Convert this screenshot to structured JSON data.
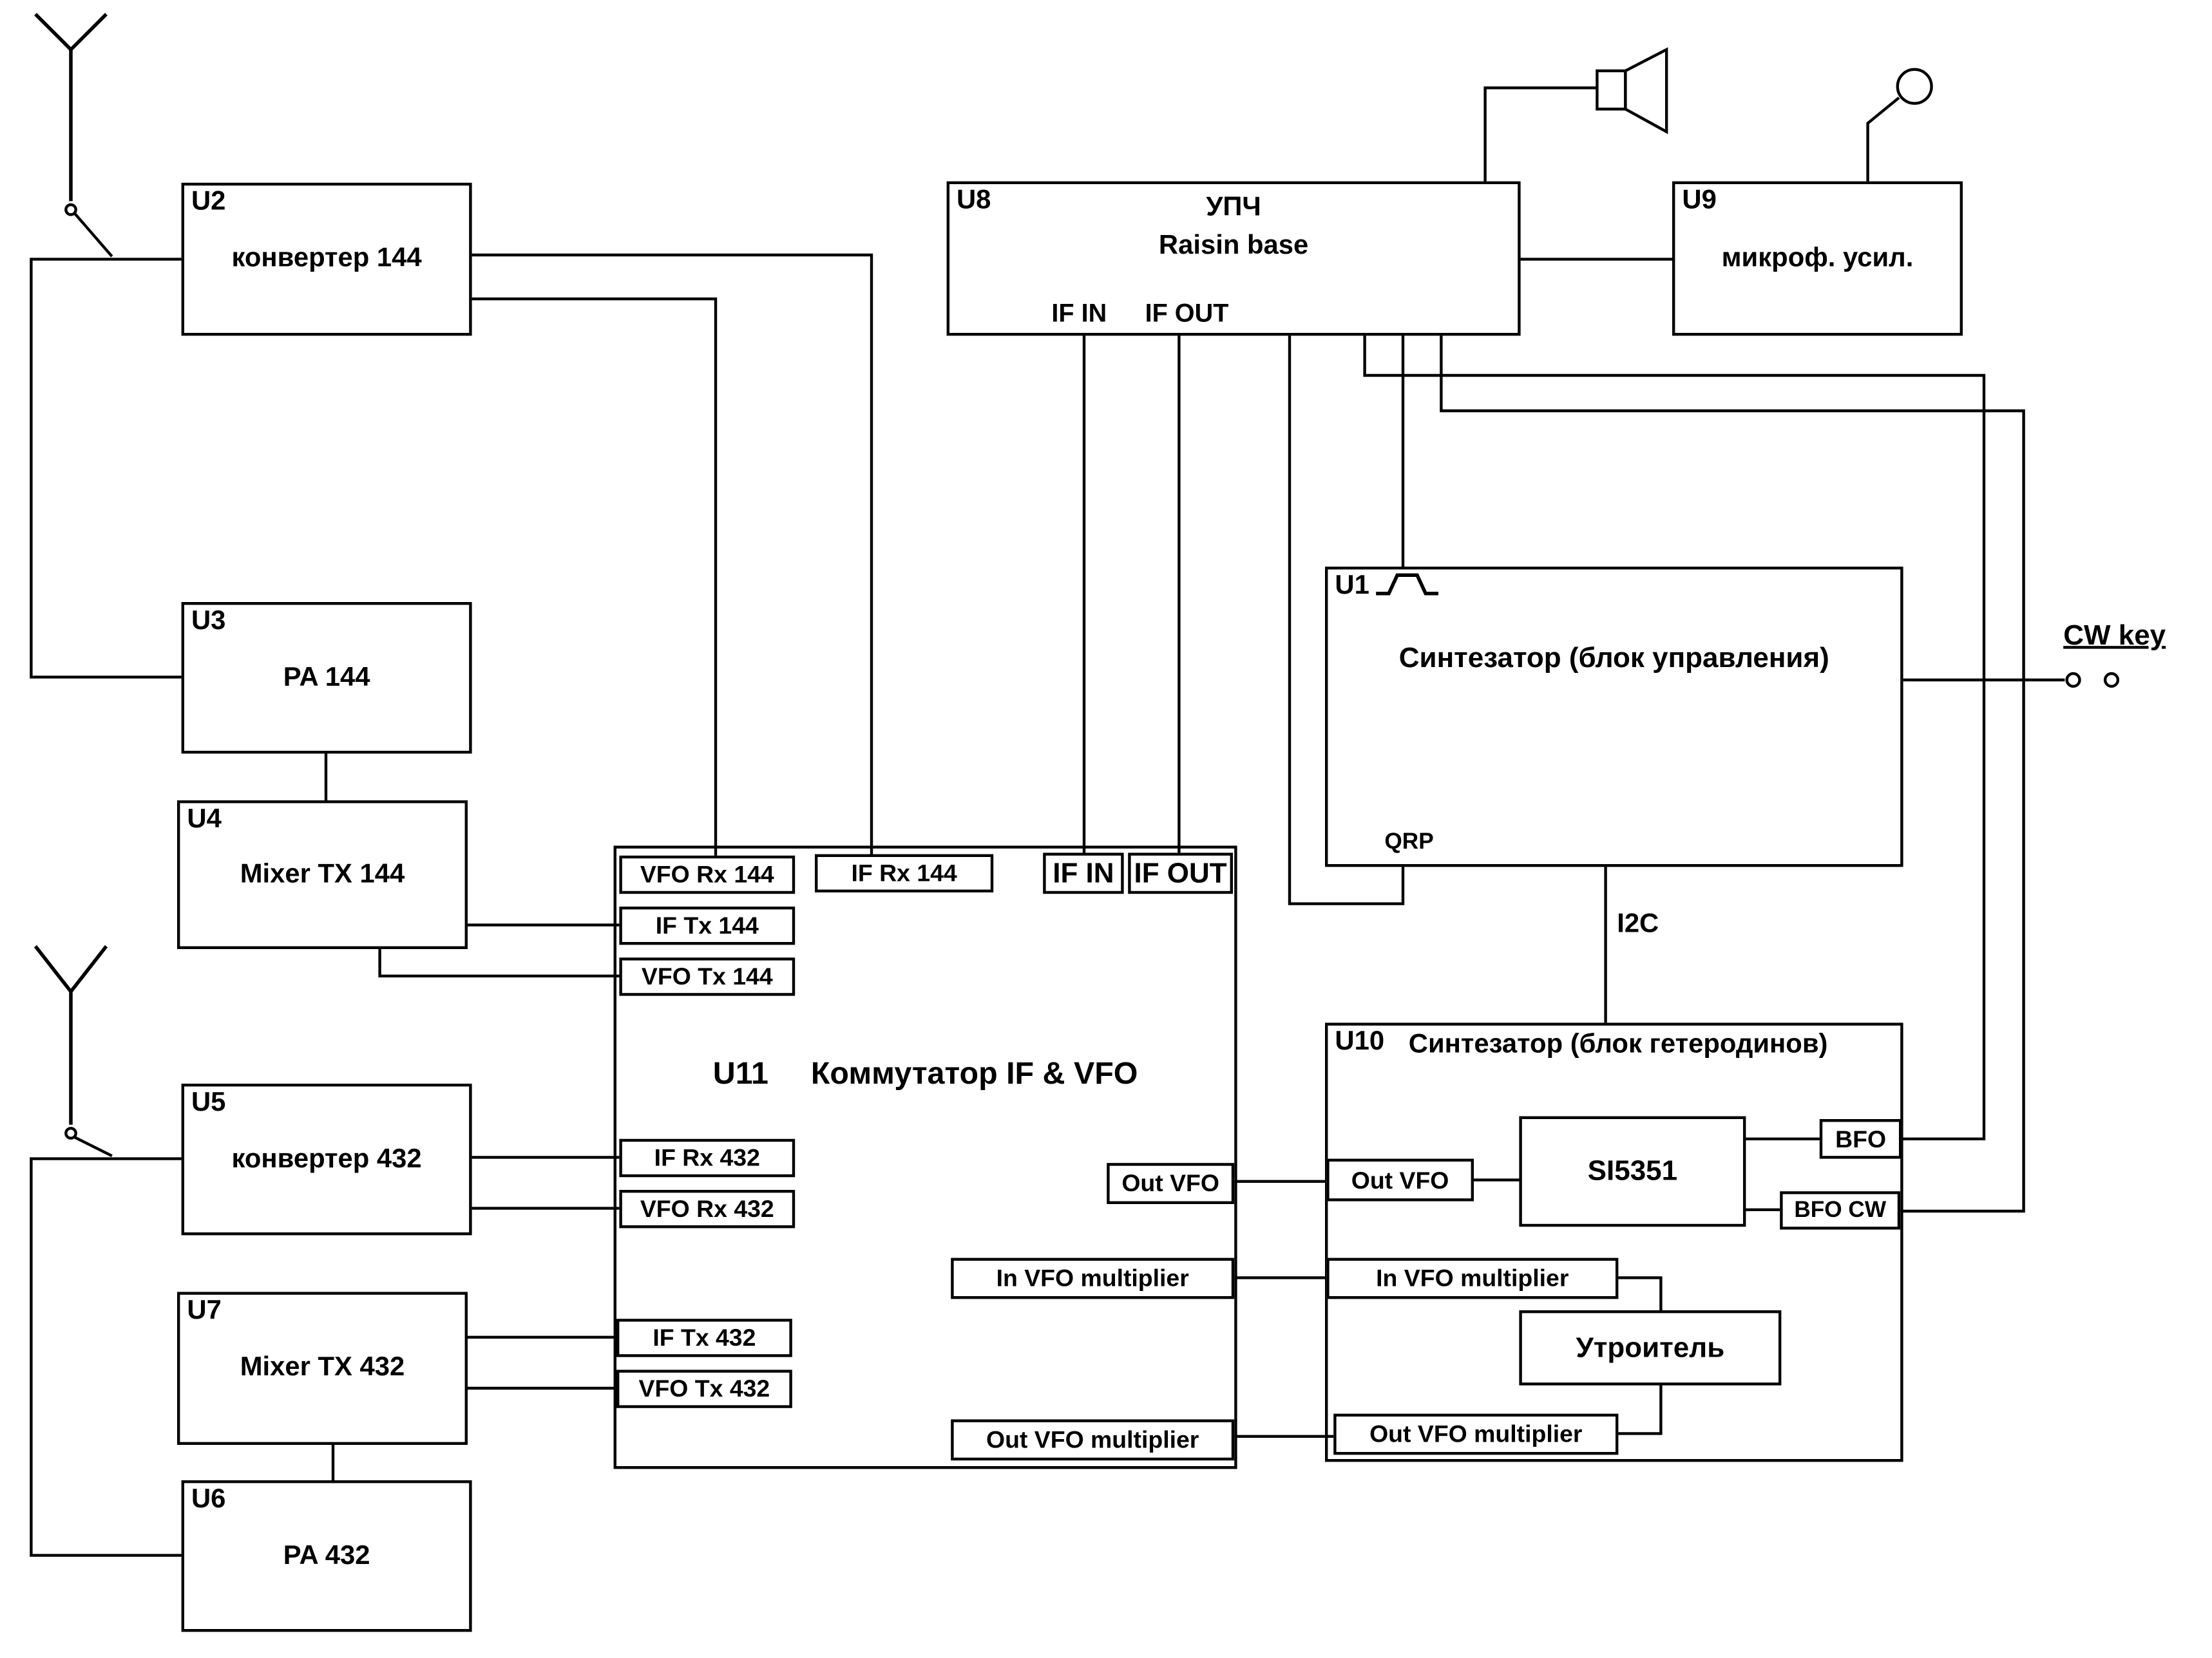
{
  "diagram": {
    "labels": {
      "i2c": "I2C",
      "cw_key": "CW key"
    },
    "colors": {
      "line": "#000000",
      "background": "#ffffff"
    },
    "icons": {
      "antenna_144": "antenna-icon",
      "antenna_432": "antenna-icon",
      "tr_switch_144": "tr-switch-icon",
      "tr_switch_432": "tr-switch-icon",
      "speaker": "speaker-icon",
      "microphone": "microphone-icon",
      "pulse": "pulse-waveform-icon",
      "cw_key_contacts": "key-contacts-icon"
    },
    "blocks": {
      "u2": {
        "id": "U2",
        "label": "конвертер 144"
      },
      "u3": {
        "id": "U3",
        "label": "PA 144"
      },
      "u4": {
        "id": "U4",
        "label": "Mixer TX 144"
      },
      "u5": {
        "id": "U5",
        "label": "конвертер 432"
      },
      "u7": {
        "id": "U7",
        "label": "Mixer TX 432"
      },
      "u6": {
        "id": "U6",
        "label": "PA 432"
      },
      "u8": {
        "id": "U8",
        "line1": "УПЧ",
        "line2": "Raisin base",
        "port_if_in": "IF IN",
        "port_if_out": "IF OUT"
      },
      "u9": {
        "id": "U9",
        "label": "микроф. усил."
      },
      "u1": {
        "id": "U1",
        "label": "Синтезатор (блок управления)",
        "port_qrp": "QRP"
      },
      "u11": {
        "id": "U11",
        "title": "Коммутатор IF & VFO",
        "ports": {
          "vfo_rx_144": "VFO Rx 144",
          "if_rx_144": "IF Rx 144",
          "if_in": "IF IN",
          "if_out": "IF OUT",
          "if_tx_144": "IF Tx 144",
          "vfo_tx_144": "VFO Tx 144",
          "if_rx_432": "IF Rx 432",
          "vfo_rx_432": "VFO Rx 432",
          "if_tx_432": "IF Tx 432",
          "vfo_tx_432": "VFO Tx 432",
          "out_vfo": "Out VFO",
          "in_vfo_multiplier": "In VFO multiplier",
          "out_vfo_multiplier": "Out VFO multiplier"
        }
      },
      "u10": {
        "id": "U10",
        "title": "Синтезатор (блок гетеродинов)",
        "ports": {
          "out_vfo": "Out VFO",
          "in_vfo_multiplier": "In VFO multiplier",
          "out_vfo_multiplier": "Out VFO multiplier",
          "bfo": "BFO",
          "bfo_cw": "BFO CW"
        },
        "inner": {
          "si5351": "SI5351",
          "tripler": "Утроитель"
        }
      }
    }
  }
}
